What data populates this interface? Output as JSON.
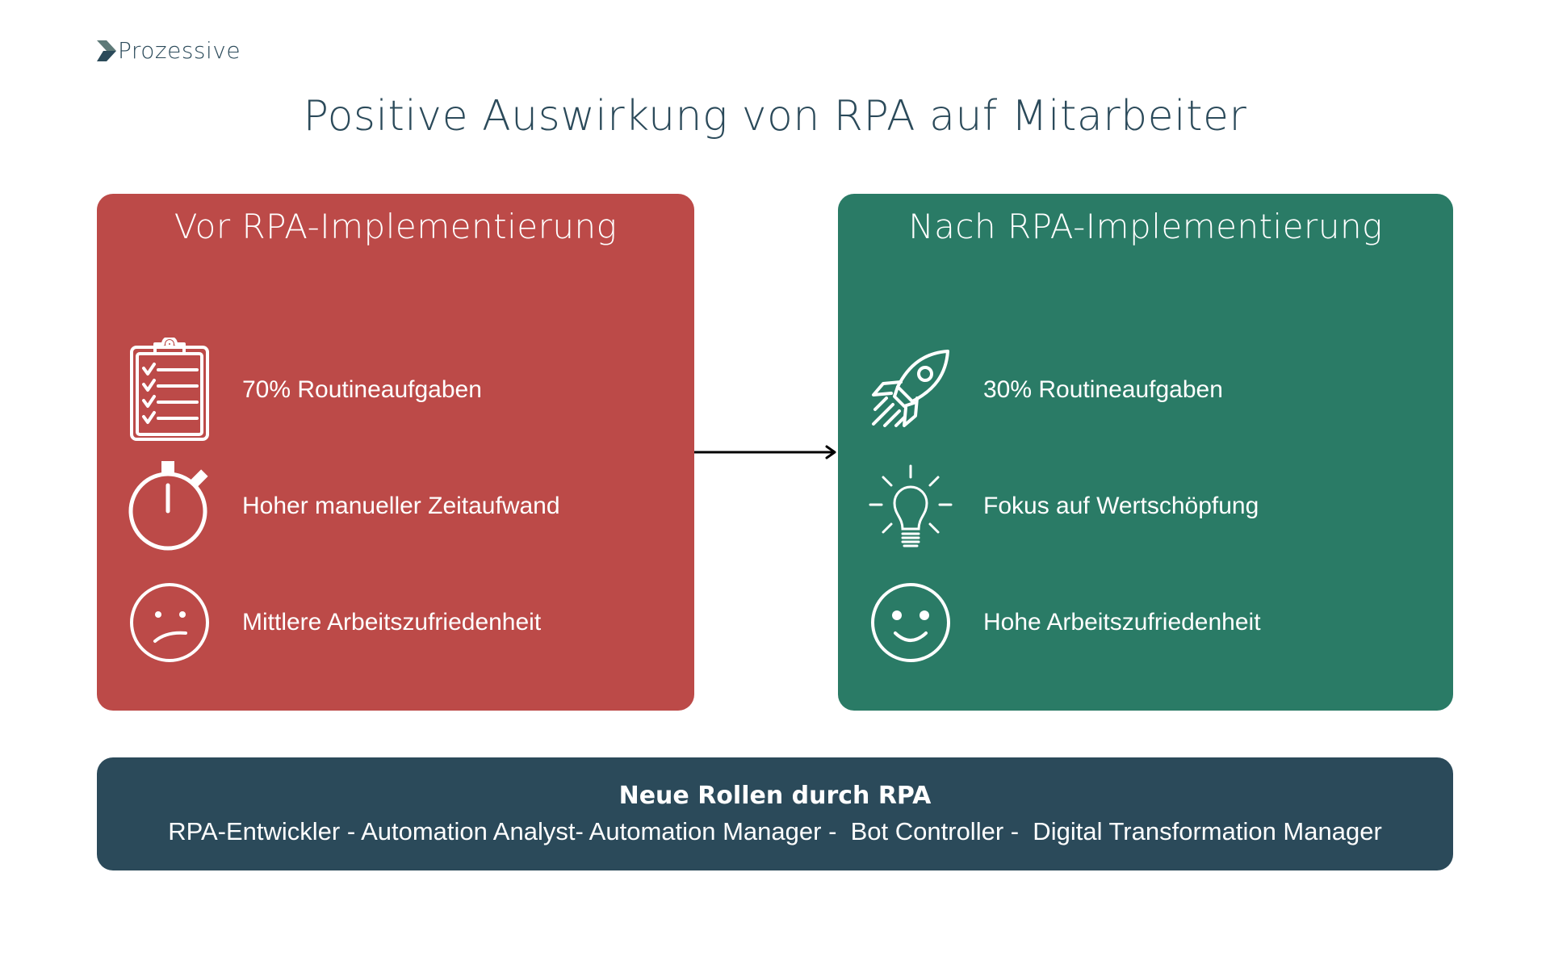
{
  "logo": {
    "text": "Prozessive",
    "icon": "chevron-icon"
  },
  "title": "Positive Auswirkung von RPA auf Mitarbeiter",
  "colors": {
    "before": "#BC4A48",
    "after": "#2A7B66",
    "banner": "#2B4A5A",
    "title_text": "#2B4A5A"
  },
  "before": {
    "title": "Vor RPA-Implementierung",
    "items": [
      {
        "icon": "clipboard-checklist-icon",
        "label": "70% Routineaufgaben"
      },
      {
        "icon": "stopwatch-icon",
        "label": "Hoher manueller Zeitaufwand"
      },
      {
        "icon": "neutral-face-icon",
        "label": "Mittlere Arbeitszufriedenheit"
      }
    ]
  },
  "after": {
    "title": "Nach RPA-Implementierung",
    "items": [
      {
        "icon": "rocket-icon",
        "label": "30% Routineaufgaben"
      },
      {
        "icon": "lightbulb-icon",
        "label": "Fokus auf Wertschöpfung"
      },
      {
        "icon": "smiley-face-icon",
        "label": "Hohe Arbeitszufriedenheit"
      }
    ]
  },
  "arrow": {
    "icon": "arrow-right-icon"
  },
  "banner": {
    "title": "Neue Rollen durch RPA",
    "roles": "RPA-Entwickler - Automation Analyst- Automation Manager -  Bot Controller -  Digital Transformation Manager"
  }
}
